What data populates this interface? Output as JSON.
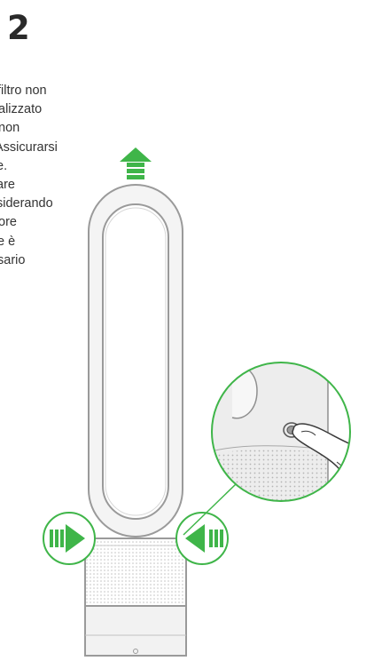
{
  "step": {
    "number": "2"
  },
  "instructions": {
    "lines": [
      "filtro non",
      "alizzato",
      "non",
      "Assicurarsi",
      "e.",
      "are",
      "siderando",
      "ore",
      "e è",
      "sario"
    ]
  },
  "colors": {
    "arrow_green": "#3fb549",
    "arrow_green_dark": "#2e9a3a",
    "device_outline": "#9a9a9a",
    "device_fill": "#f2f2f2"
  },
  "icons": {
    "up_arrow": "arrow-up-icon",
    "squeeze_left": "arrow-right-icon",
    "squeeze_right": "arrow-left-icon",
    "button_press": "finger-press-icon"
  }
}
